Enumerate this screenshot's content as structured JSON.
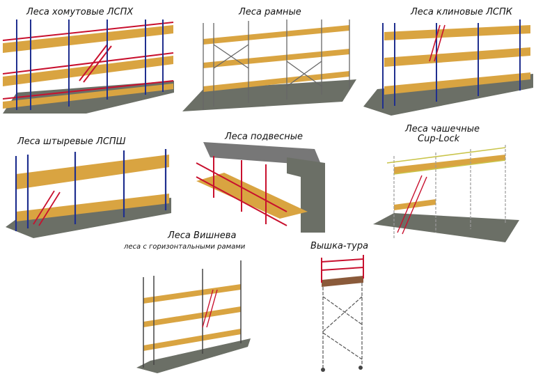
{
  "items": [
    {
      "title": "Леса хомутовые ЛСПХ"
    },
    {
      "title": "Леса рамные"
    },
    {
      "title": "Леса клиновые ЛСПК"
    },
    {
      "title": "Леса штыревые ЛСПШ"
    },
    {
      "title": "Леса подвесные"
    },
    {
      "title": "Леса чашечные",
      "title2": "Cup-Lock"
    },
    {
      "title": "Леса Вишнева",
      "subtitle": "леса с горизонтальными рамами"
    },
    {
      "title": "Вышка-тура"
    }
  ],
  "colors": {
    "red": "#c8102e",
    "blue": "#1f2f8f",
    "plank": "#d9a441",
    "ground": "#6b6f66",
    "grey": "#666666",
    "yellow": "#c9c44a"
  }
}
